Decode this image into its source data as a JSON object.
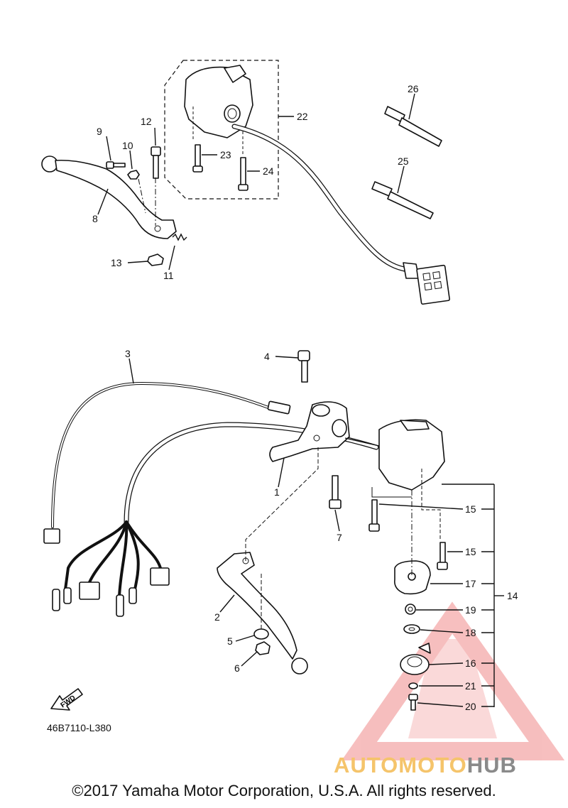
{
  "labels": {
    "p1": "1",
    "p2": "2",
    "p3": "3",
    "p4": "4",
    "p5": "5",
    "p6": "6",
    "p7": "7",
    "p8": "8",
    "p9": "9",
    "p10": "10",
    "p11": "11",
    "p12": "12",
    "p13": "13",
    "p14": "14",
    "p15a": "15",
    "p15b": "15",
    "p16": "16",
    "p17": "17",
    "p18": "18",
    "p19": "19",
    "p20": "20",
    "p21": "21",
    "p22": "22",
    "p23": "23",
    "p24": "24",
    "p25": "25",
    "p26": "26"
  },
  "fwd_label": "FWD",
  "diagram_code": "46B7110-L380",
  "watermark": {
    "part1": "AUTOMOTO",
    "part2": "HUB",
    "color1": "#f5c46b",
    "color2": "#8a8a8a",
    "logo_color": "#f08a8a"
  },
  "copyright": "©2017 Yamaha Motor Corporation, U.S.A. All rights reserved."
}
